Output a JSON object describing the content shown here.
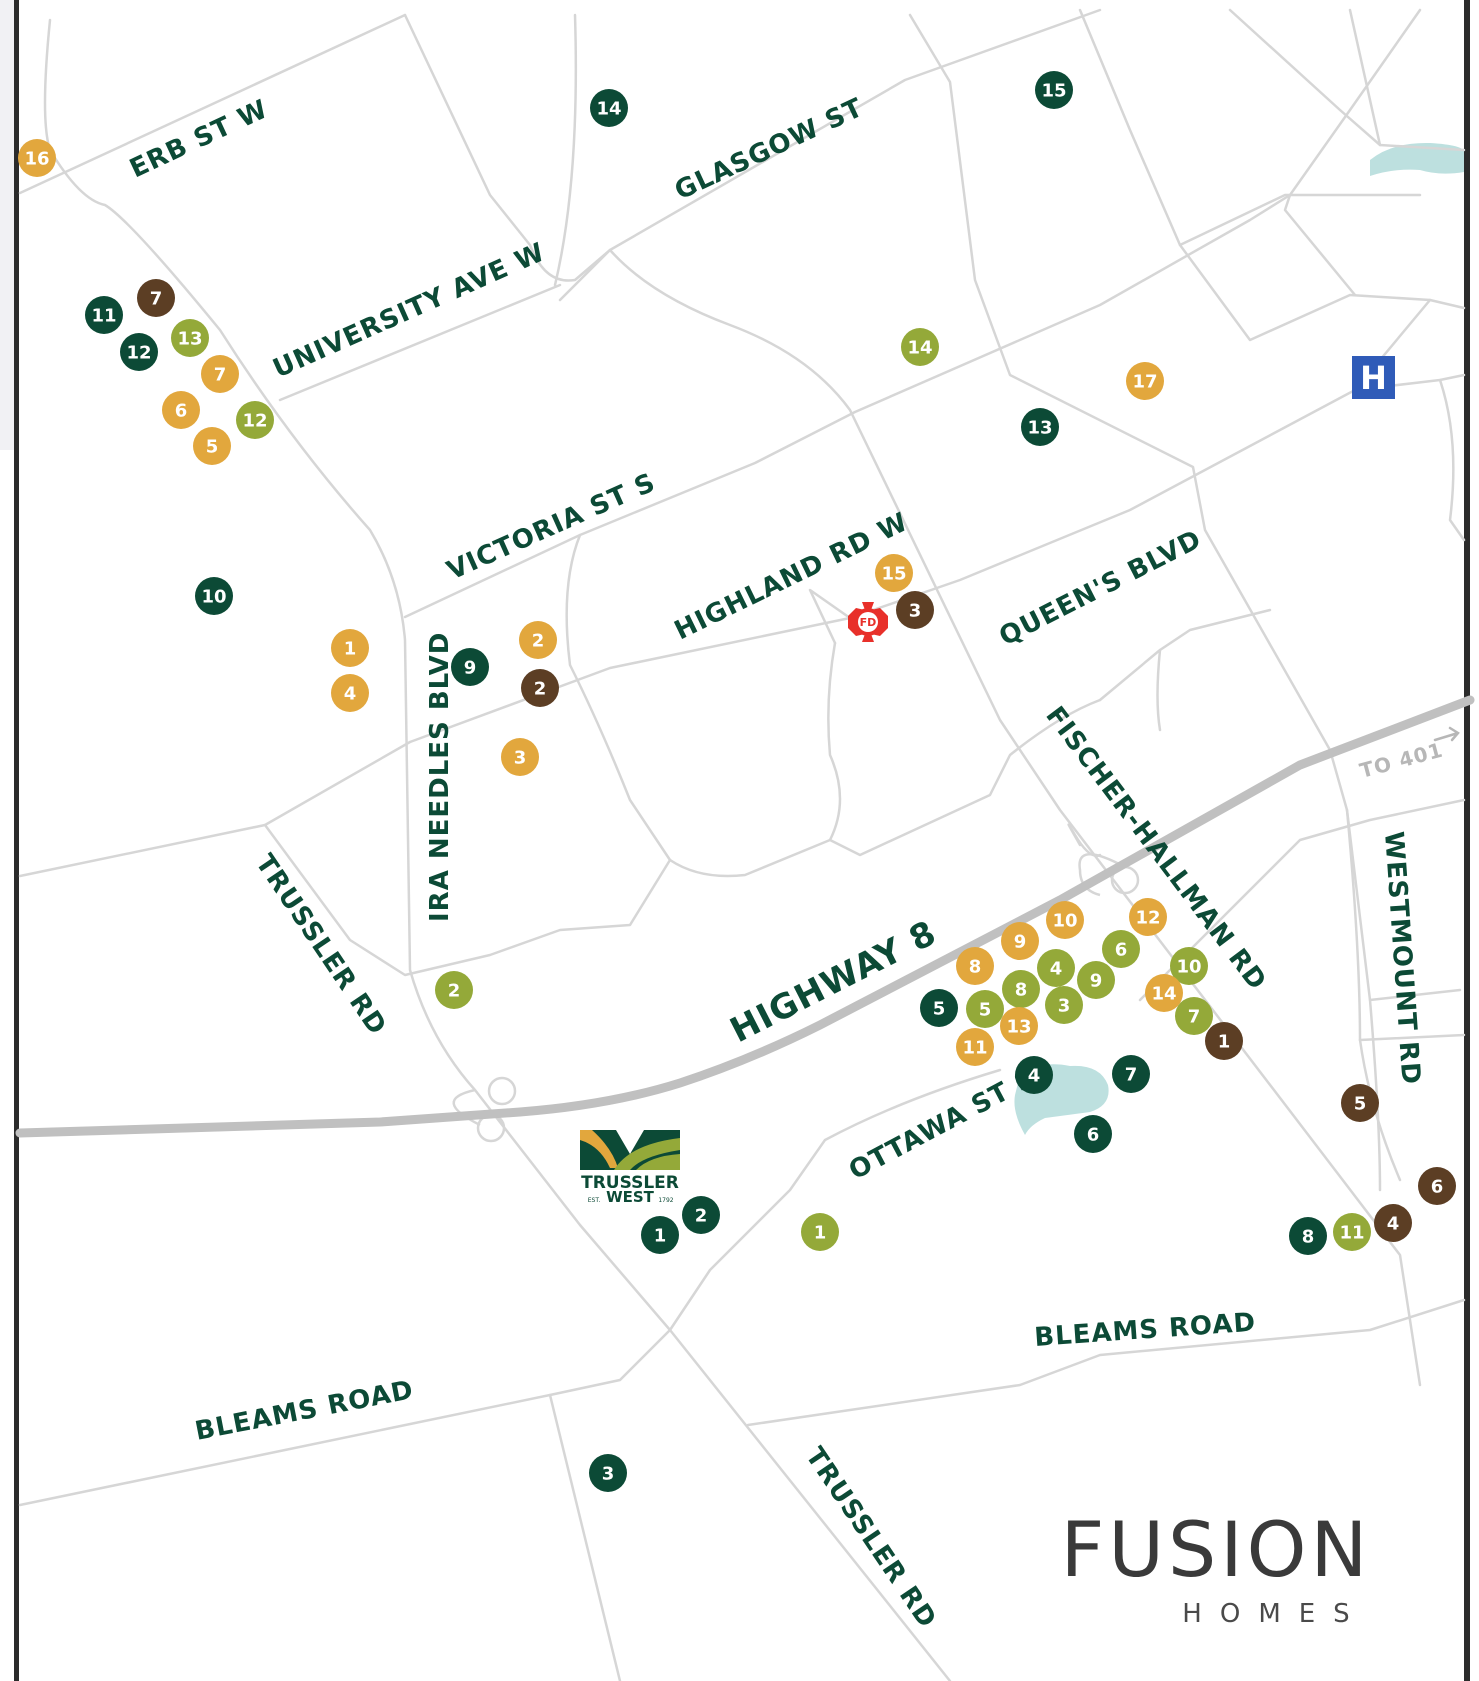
{
  "map": {
    "colors": {
      "road": "#d6d6d6",
      "highway": "#c0c0c0",
      "water": "#bde0df",
      "label": "#0c4a36",
      "hospital": "#2f5bb8",
      "fire": "#e8302a"
    },
    "streets": {
      "erb": "ERB ST W",
      "glasgow": "GLASGOW ST",
      "university": "UNIVERSITY AVE W",
      "victoria": "VICTORIA ST S",
      "highland": "HIGHLAND RD W",
      "queens": "QUEEN'S BLVD",
      "ira": "IRA NEEDLES BLVD",
      "trussler1": "TRUSSLER RD",
      "fischer": "FISCHER-HALLMAN RD",
      "highway8": "HIGHWAY 8",
      "westmount": "WESTMOUNT RD",
      "to401": "TO 401",
      "ottawa": "OTTAWA ST S",
      "bleams1": "BLEAMS ROAD",
      "bleams2": "BLEAMS ROAD",
      "trussler2": "TRUSSLER RD"
    },
    "landmarks": {
      "hospital_letter": "H",
      "fire_label": "FD",
      "hospital_icon": "hospital-icon",
      "fire_icon": "fire-department-icon"
    },
    "categories": [
      {
        "key": "darkgreen",
        "color": "#0c4a36"
      },
      {
        "key": "gold",
        "color": "#e2a73d"
      },
      {
        "key": "olive",
        "color": "#94a939"
      },
      {
        "key": "brown",
        "color": "#5c3e24"
      }
    ],
    "markers": [
      {
        "n": "16",
        "cat": "gold"
      },
      {
        "n": "14",
        "cat": "darkgreen"
      },
      {
        "n": "15",
        "cat": "darkgreen"
      },
      {
        "n": "7",
        "cat": "brown"
      },
      {
        "n": "11",
        "cat": "darkgreen"
      },
      {
        "n": "13",
        "cat": "olive"
      },
      {
        "n": "12",
        "cat": "darkgreen"
      },
      {
        "n": "7",
        "cat": "gold"
      },
      {
        "n": "6",
        "cat": "gold"
      },
      {
        "n": "12",
        "cat": "olive"
      },
      {
        "n": "5",
        "cat": "gold"
      },
      {
        "n": "14",
        "cat": "olive"
      },
      {
        "n": "17",
        "cat": "gold"
      },
      {
        "n": "13",
        "cat": "darkgreen"
      },
      {
        "n": "10",
        "cat": "darkgreen"
      },
      {
        "n": "15",
        "cat": "gold"
      },
      {
        "n": "3",
        "cat": "brown"
      },
      {
        "n": "1",
        "cat": "gold"
      },
      {
        "n": "2",
        "cat": "gold"
      },
      {
        "n": "9",
        "cat": "darkgreen"
      },
      {
        "n": "4",
        "cat": "gold"
      },
      {
        "n": "2",
        "cat": "brown"
      },
      {
        "n": "3",
        "cat": "gold"
      },
      {
        "n": "10",
        "cat": "gold"
      },
      {
        "n": "12",
        "cat": "gold"
      },
      {
        "n": "9",
        "cat": "gold"
      },
      {
        "n": "6",
        "cat": "olive"
      },
      {
        "n": "8",
        "cat": "gold"
      },
      {
        "n": "4",
        "cat": "olive"
      },
      {
        "n": "10",
        "cat": "olive"
      },
      {
        "n": "8",
        "cat": "olive"
      },
      {
        "n": "9",
        "cat": "olive"
      },
      {
        "n": "14",
        "cat": "gold"
      },
      {
        "n": "5",
        "cat": "darkgreen"
      },
      {
        "n": "5",
        "cat": "olive"
      },
      {
        "n": "3",
        "cat": "olive"
      },
      {
        "n": "7",
        "cat": "olive"
      },
      {
        "n": "13",
        "cat": "gold"
      },
      {
        "n": "1",
        "cat": "brown"
      },
      {
        "n": "11",
        "cat": "gold"
      },
      {
        "n": "2",
        "cat": "olive"
      },
      {
        "n": "4",
        "cat": "darkgreen"
      },
      {
        "n": "7",
        "cat": "darkgreen"
      },
      {
        "n": "6",
        "cat": "darkgreen"
      },
      {
        "n": "5",
        "cat": "brown"
      },
      {
        "n": "6",
        "cat": "brown"
      },
      {
        "n": "2",
        "cat": "darkgreen"
      },
      {
        "n": "1",
        "cat": "darkgreen"
      },
      {
        "n": "1",
        "cat": "olive"
      },
      {
        "n": "8",
        "cat": "darkgreen"
      },
      {
        "n": "11",
        "cat": "olive"
      },
      {
        "n": "4",
        "cat": "brown"
      },
      {
        "n": "3",
        "cat": "darkgreen"
      }
    ]
  },
  "trussler_logo": {
    "name": "TRUSSLER",
    "sub": "WEST",
    "est": "EST.",
    "year": "1792"
  },
  "fusion_logo": {
    "name": "FUSION",
    "sub": "HOMES"
  }
}
